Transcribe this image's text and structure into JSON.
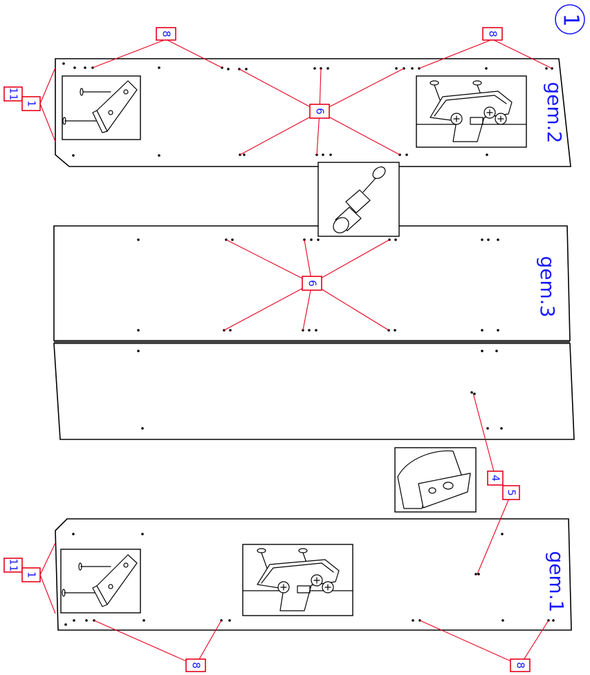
{
  "step_number": "1",
  "panels": [
    {
      "id": "top",
      "label": "gem.2"
    },
    {
      "id": "middle",
      "label": "gem.3"
    },
    {
      "id": "bottom",
      "label": "gem.1"
    }
  ],
  "callouts": {
    "part_8": "8",
    "part_6": "6",
    "part_1": "1",
    "part_11": "11",
    "part_4": "4",
    "part_5": "5"
  },
  "insets": [
    {
      "icon": "nail-and-bracket-icon"
    },
    {
      "icon": "shelf-support-clip-icon"
    },
    {
      "icon": "wooden-dowel-icon"
    },
    {
      "icon": "corner-bracket-cup-icon"
    }
  ],
  "colors": {
    "callout_border": "#e8001c",
    "label_text": "#1a1aff",
    "line": "#000000"
  }
}
